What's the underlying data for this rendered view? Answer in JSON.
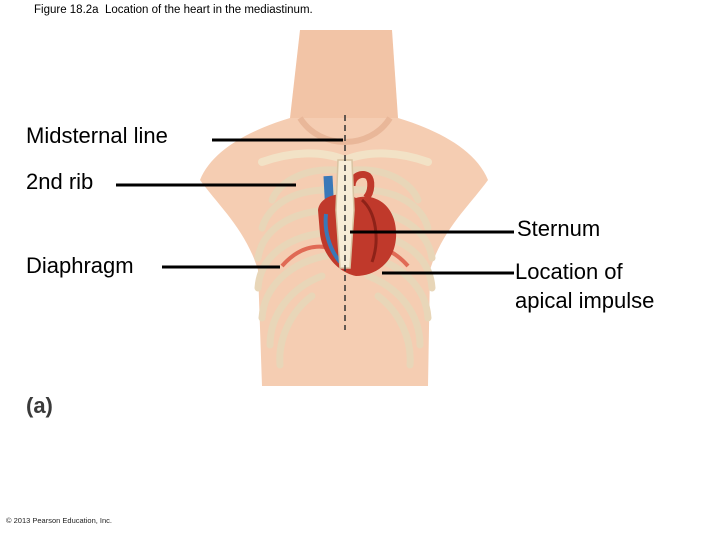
{
  "figure": {
    "title": "Figure 18.2a  Location of the heart in the mediastinum.",
    "panel_label": "(a)",
    "copyright": "© 2013 Pearson Education, Inc."
  },
  "labels": {
    "midsternal_line": "Midsternal line",
    "second_rib": "2nd rib",
    "diaphragm": "Diaphragm",
    "sternum": "Sternum",
    "apical_impulse_line1": "Location of",
    "apical_impulse_line2": "apical impulse"
  },
  "colors": {
    "skin": "#f5cdb2",
    "skin_shadow": "#e9b799",
    "bone": "#f7ecd6",
    "bone_edge": "#d9c3a2",
    "heart": "#c0392b",
    "vessel_blue": "#3a78b8",
    "diaphragm": "#e06a55",
    "leader": "#000000"
  }
}
